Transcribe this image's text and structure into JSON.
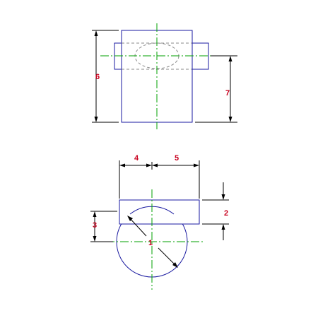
{
  "colors": {
    "outline": "#1a1aa0",
    "centerline": "#00a000",
    "hidden": "#8a8a8a",
    "dimension": "#000000",
    "label": "#c8001e",
    "background": "#ffffff"
  },
  "labels": {
    "diameter": "1",
    "right_offset": "2",
    "left_offset": "3",
    "left_width": "4",
    "right_width": "5",
    "body_height": "6",
    "lug_height": "7"
  }
}
